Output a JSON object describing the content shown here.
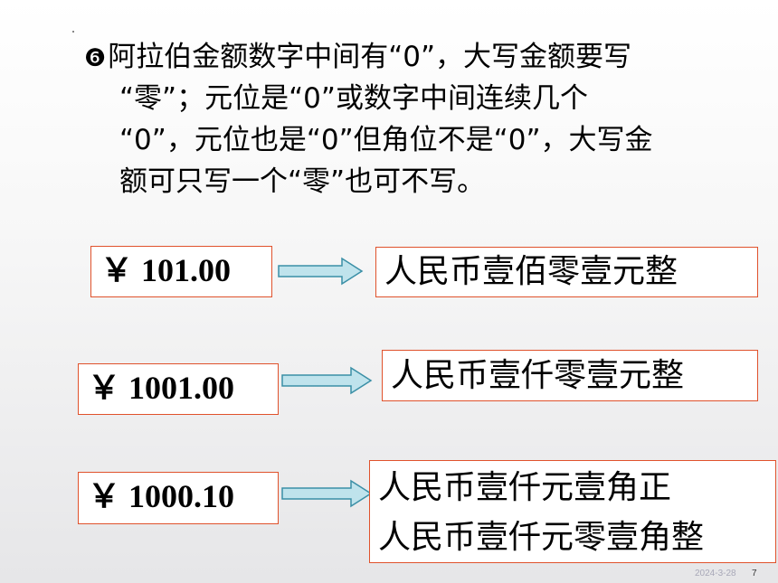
{
  "slide": {
    "rule": {
      "marker": "❻",
      "line1": "阿拉伯金额数字中间有“0”，大写金额要写",
      "line2": "“零”；元位是“0”或数字中间连续几个",
      "line3": "“0”，元位也是“0”但角位不是“0”，大写金",
      "line4": "额可只写一个“零”也可不写。"
    },
    "examples": [
      {
        "amount": "￥ 101.00",
        "result_lines": [
          "人民币壹佰零壹元整"
        ]
      },
      {
        "amount": "￥ 1001.00",
        "result_lines": [
          "人民币壹仟零壹元整"
        ]
      },
      {
        "amount": "￥ 1000.10",
        "result_lines": [
          "人民币壹仟元壹角正",
          "人民币壹仟元零壹角整"
        ]
      }
    ],
    "footer": {
      "date": "2024-3-28",
      "page": "7"
    },
    "colors": {
      "box_border": "#e0522c",
      "arrow_fill": "#bfe3ec",
      "arrow_stroke": "#3a8fa6"
    }
  }
}
